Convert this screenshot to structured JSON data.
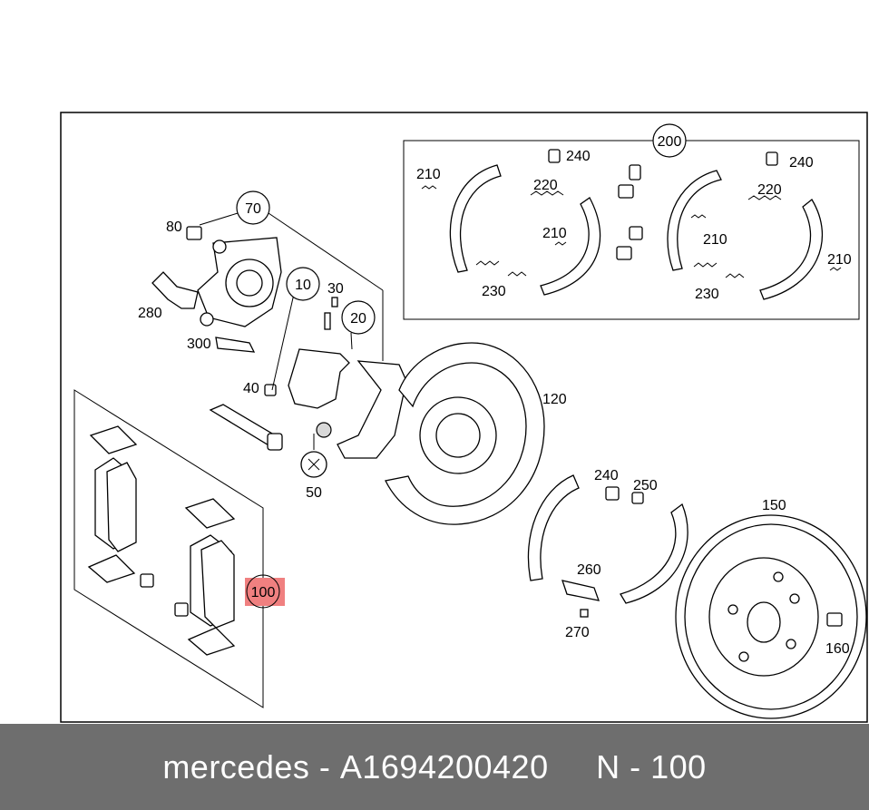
{
  "footer": {
    "brand": "mercedes",
    "separator": " - ",
    "part_number": "A1694200420",
    "position_label": "N - 100"
  },
  "callouts": {
    "c200": "200",
    "c70": "70",
    "c10": "10",
    "c20": "20",
    "c100": "100",
    "c50": "50"
  },
  "labels": {
    "l240a": "240",
    "l240b": "240",
    "l210a": "210",
    "l220a": "220",
    "l210b": "210",
    "l230a": "230",
    "l220b": "220",
    "l210c": "210",
    "l210d": "210",
    "l230b": "230",
    "l80": "80",
    "l30": "30",
    "l280": "280",
    "l300": "300",
    "l40": "40",
    "l120": "120",
    "l240c": "240",
    "l250": "250",
    "l150": "150",
    "l260": "260",
    "l270": "270",
    "l160": "160"
  },
  "highlight_color": "#f08080"
}
